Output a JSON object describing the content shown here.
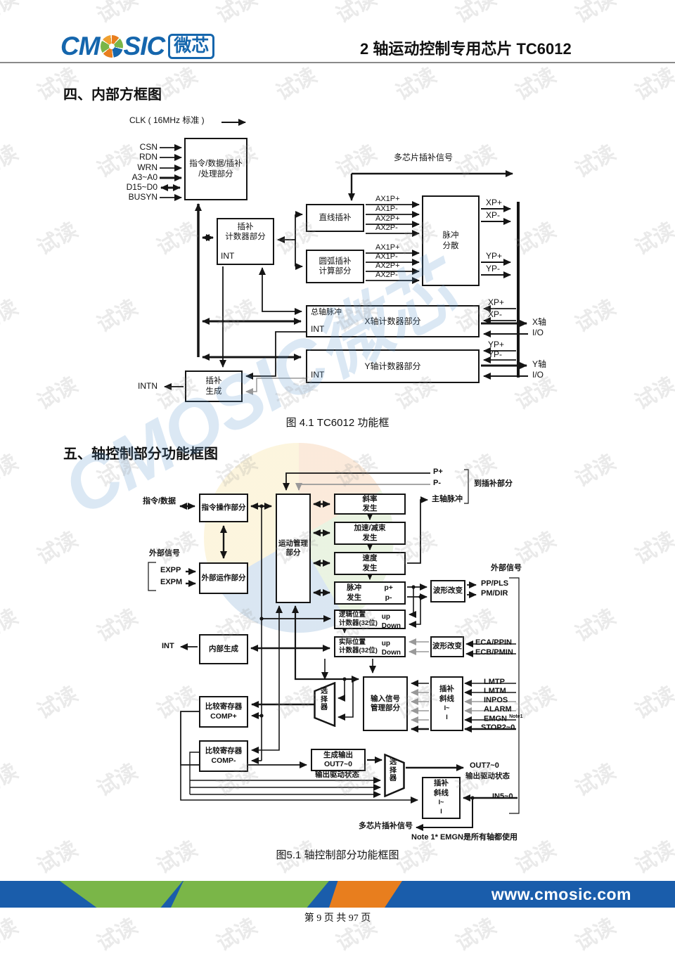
{
  "header": {
    "logo_cm": "CM",
    "logo_sic": "SIC",
    "logo_badge": "微芯",
    "title": "2 轴运动控制专用芯片 TC6012"
  },
  "sections": {
    "s4": "四、内部方框图",
    "s5": "五、轴控制部分功能框图"
  },
  "fig41": {
    "caption": "图 4.1 TC6012 功能框",
    "clk": "CLK ( 16MHz 标准 )",
    "pins_left": [
      "CSN",
      "RDN",
      "WRN",
      "A3~A0",
      "D15~D0",
      "BUSYN"
    ],
    "box_cmd": "指令/数据/插补\n/处理部分",
    "multichip": "多芯片插补信号",
    "box_interp_counter": "插补\n计数器部分",
    "int": "INT",
    "box_line_interp": "直线插补",
    "box_arc_interp": "圆弧插补\n计算部分",
    "ax": [
      "AX1P+",
      "AX1P-",
      "AX2P+",
      "AX2P-"
    ],
    "box_pulse_dist": "脉冲\n分散",
    "xp_plus": "XP+",
    "xp_minus": "XP-",
    "yp_plus": "YP+",
    "yp_minus": "YP-",
    "total_pulse": "总轴脉冲",
    "box_x_counter": "X轴计数器部分",
    "box_y_counter": "Y轴计数器部分",
    "x_axis": "X轴",
    "y_axis": "Y轴",
    "io": "I/O",
    "box_interp_gen": "插补\n生成",
    "intn": "INTN"
  },
  "fig51": {
    "caption": "图5.1 轴控制部分功能框图",
    "cmd_data": "指令/数据",
    "box_cmd_op": "指令操作部分",
    "ext_sig": "外部信号",
    "expp": "EXPP",
    "expm": "EXPM",
    "box_ext_op": "外部运作部分",
    "box_motion": "运动管理\n部分",
    "box_slope": "斜率\n发生",
    "box_accel": "加速/减束\n发生",
    "box_speed": "速度\n发生",
    "box_pulse": "脉冲\n发生",
    "pulse_pm": "p+\np-",
    "p_plus": "P+",
    "p_minus": "P-",
    "to_interp": "到插补部分",
    "main_pulse": "主轴脉冲",
    "box_wave": "波形改变",
    "pp_pls": "PP/PLS",
    "pm_dir": "PM/DIR",
    "box_logic": "逻辑位置\n计数器(32位)",
    "updown": "up\nDown",
    "box_actual": "实际位置\n计数器(32位)",
    "eca": "ECA/PPIN",
    "ecb": "ECB/PMIN",
    "int": "INT",
    "box_internal": "内部生成",
    "selector": "选\n择\n器",
    "box_input_mgr": "输入信号\n管理部分",
    "box_islope": "插补\n斜线",
    "glyph1": "I~",
    "glyph2": "I",
    "comp_p": "比较寄存器\nCOMP+",
    "comp_m": "比较寄存器\nCOMP-",
    "box_genout": "生成输出\nOUT7~0",
    "out_status": "输出驱动状态",
    "out7": "OUT7~0",
    "in5": "IN5~0",
    "signals": [
      "LMTP",
      "LMTM",
      "INPOS",
      "ALARM",
      "EMGN",
      "STOP2~0"
    ],
    "note_sup": "Note1",
    "note": "Note 1* EMGN是所有轴都使用",
    "multichip": "多芯片插补信号"
  },
  "footer": {
    "url": "www.cmosic.com",
    "page": "第 9 页   共 97 页"
  },
  "watermark": {
    "text": "试读",
    "brand": "CMOSIC微芯"
  }
}
